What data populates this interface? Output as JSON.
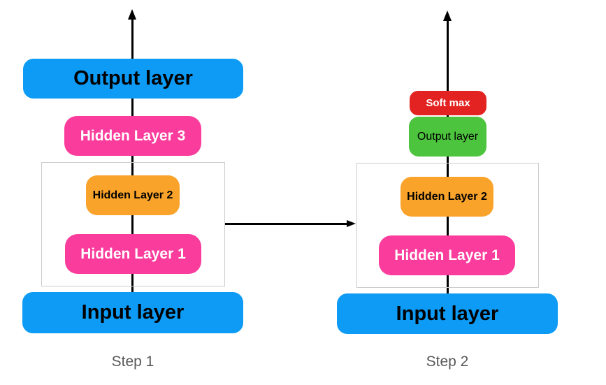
{
  "colors": {
    "blue": "#0D9BF5",
    "pink": "#FA3C9C",
    "orange": "#F9A32B",
    "red": "#E32322",
    "green": "#4DC43D",
    "line": "#000000",
    "group_border": "#CCCCCC",
    "step_label": "#58585A"
  },
  "diagram": {
    "step1": {
      "label": "Step 1",
      "output": "Output layer",
      "hidden3": "Hidden Layer 3",
      "hidden2": "Hidden Layer 2",
      "hidden1": "Hidden Layer 1",
      "input": "Input layer"
    },
    "step2": {
      "label": "Step 2",
      "softmax": "Soft max",
      "output": "Output layer",
      "hidden2": "Hidden Layer 2",
      "hidden1": "Hidden Layer 1",
      "input": "Input layer"
    }
  }
}
